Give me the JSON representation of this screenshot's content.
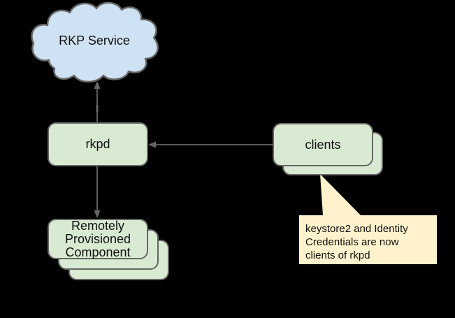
{
  "colors": {
    "background": "#000000",
    "cloud_fill": "#cfe2f3",
    "node_fill": "#d9ead3",
    "node_border": "#666666",
    "callout_fill": "#fff2cc",
    "connector": "#666666",
    "text": "#111111"
  },
  "cloud": {
    "label": "RKP Service"
  },
  "nodes": {
    "rkpd": {
      "label": "rkpd"
    },
    "clients": {
      "label": "clients",
      "stack_count": 2
    },
    "component": {
      "label": "Remotely Provisioned Component",
      "stack_count": 3
    }
  },
  "callout": {
    "text": "keystore2 and Identity Credentials are now clients of rkpd"
  },
  "connectors": [
    {
      "from": "rkpd",
      "to": "RKP Service",
      "arrow": "up"
    },
    {
      "from": "clients",
      "to": "rkpd",
      "arrow": "left"
    },
    {
      "from": "rkpd",
      "to": "Remotely Provisioned Component",
      "arrow": "down"
    }
  ]
}
